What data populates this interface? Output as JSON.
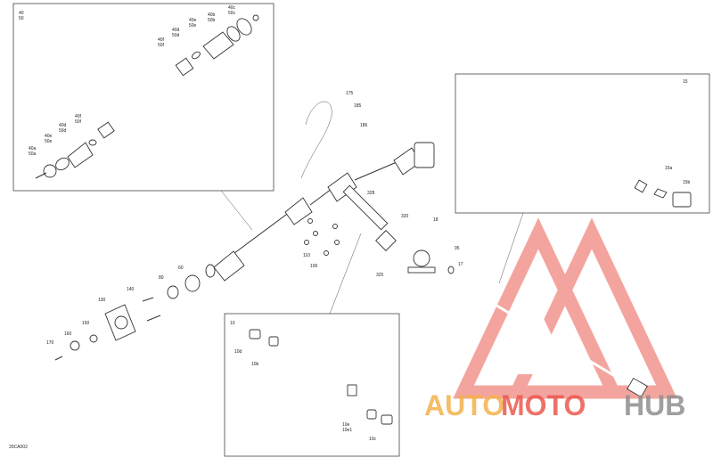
{
  "diagram": {
    "code": "20CA002",
    "callouts": {
      "inset_tl_a": "40",
      "inset_tl_b": "50",
      "c40c": "40c",
      "c50c": "50c",
      "c40b": "40b",
      "c50b": "50b",
      "c40e_top": "40e",
      "c50e_top": "50e",
      "c40d_top": "40d",
      "c50d_top": "50d",
      "c40f_top": "40f",
      "c50f_top": "50f",
      "c40f_bot": "40f",
      "c50f_bot": "50f",
      "c40d_bot": "40d",
      "c50d_bot": "50d",
      "c40e_bot": "40e",
      "c50e_bot": "50e",
      "c40a": "40a",
      "c50a": "50a",
      "c175": "175",
      "c185": "185",
      "c186": "186",
      "c328": "328",
      "c320": "320",
      "c18": "18",
      "c95": "95",
      "c17": "17",
      "c325": "325",
      "c110": "110",
      "c100": "100",
      "c140": "140",
      "c80": "80",
      "c60": "60",
      "c130": "130",
      "c150": "150",
      "c160": "160",
      "c170": "170",
      "inset_tr": "15",
      "c15a": "15a",
      "c15b": "15b",
      "inset_bot": "10",
      "c10d": "10d",
      "c10b": "10b",
      "c10e_a": "10e",
      "c10e_b": "10e1",
      "c10c": "10c"
    }
  },
  "watermark": {
    "text_orange": "AUTO",
    "text_red": "MOTO",
    "text_gray": "HUB",
    "colors": {
      "orange": "#f4b24a",
      "red": "#ec5a4f",
      "gray": "#8f8f8f"
    }
  }
}
